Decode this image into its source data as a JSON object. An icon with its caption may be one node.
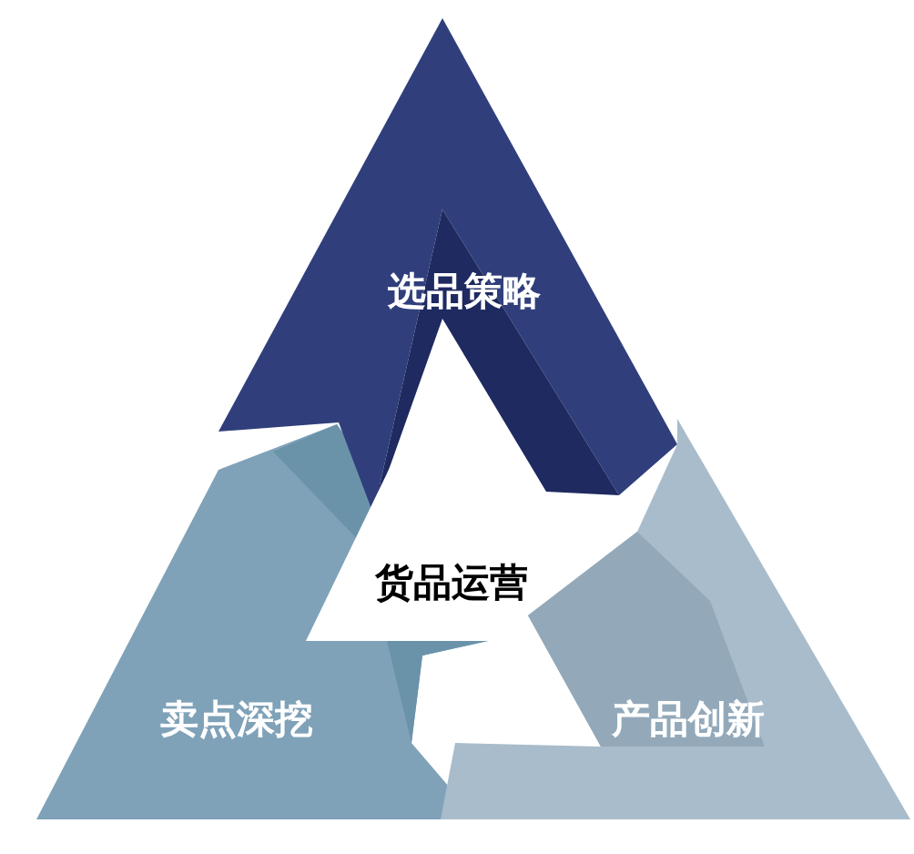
{
  "diagram": {
    "nodes": [
      {
        "text": [
          "选品策略"
        ]
      },
      {
        "text": [
          "货品运营"
        ]
      },
      {
        "text": [
          "卖点深挖"
        ]
      },
      {
        "text": [
          "产品创新"
        ]
      }
    ]
  }
}
